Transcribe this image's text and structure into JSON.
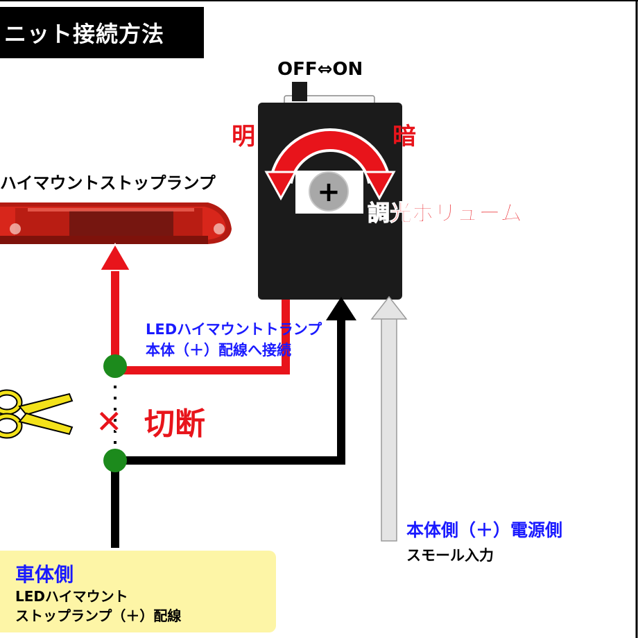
{
  "title": "ニット接続方法",
  "switch_label": "OFF⇔ON",
  "bright_label": "明",
  "dark_label": "暗",
  "plus_symbol": "+",
  "dimmer_label": "調光ボリューム",
  "lamp_label": "ハイマウントストップランプ",
  "led_connect_line1": "LEDハイマウントトランプ",
  "led_connect_line2": "本体（＋）配線へ接続",
  "cut_mark": "✕",
  "cut_label": "切断",
  "power_line1": "本体側（＋）電源側",
  "power_line2": "スモール入力",
  "vehicle_title": "車体側",
  "vehicle_line1": "LEDハイマウント",
  "vehicle_line2": "ストップランプ（＋）配線",
  "colors": {
    "red": "#e8141b",
    "blue": "#1a1aff",
    "black": "#000000",
    "green": "#1c8a1c",
    "yellow_note": "#fdf5a6",
    "gray_arrow": "#e0e0e0",
    "scissors": "#f3e21a"
  }
}
